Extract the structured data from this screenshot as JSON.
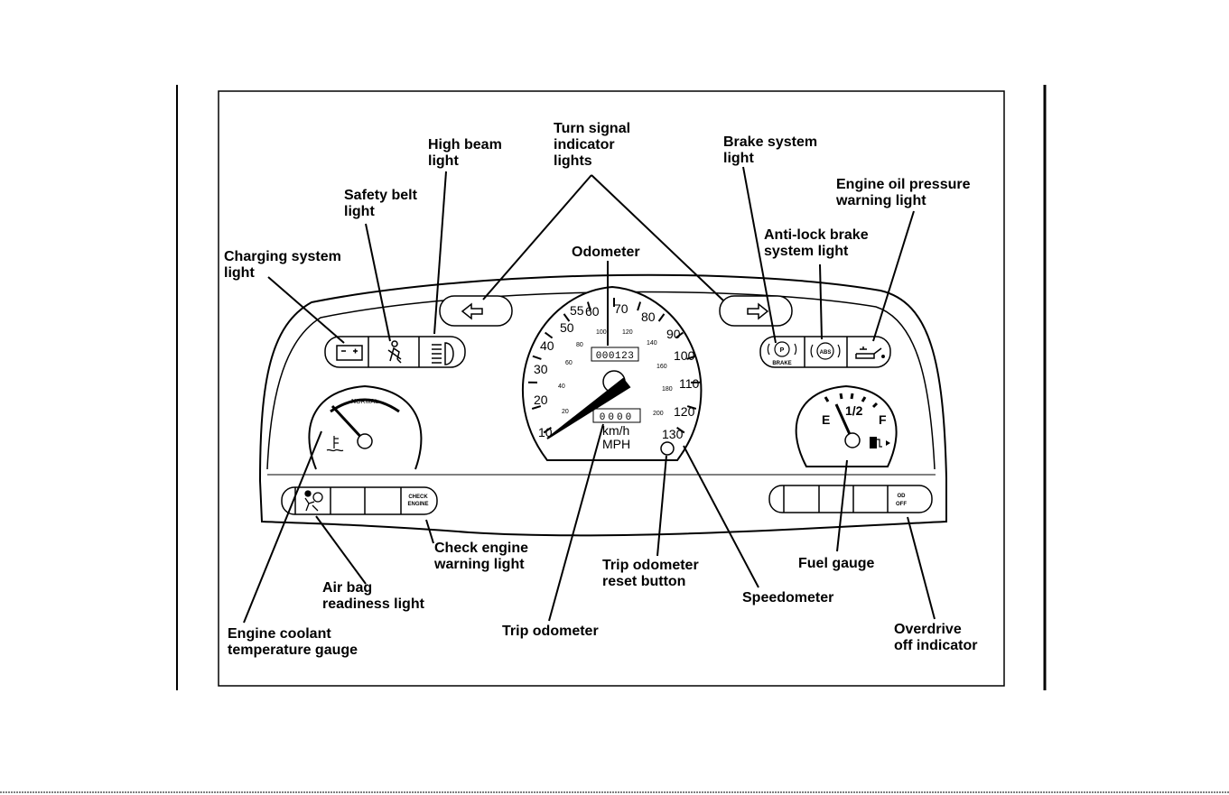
{
  "labels": {
    "charging": [
      "Charging system",
      "light"
    ],
    "safety_belt": [
      "Safety belt",
      "light"
    ],
    "high_beam": [
      "High beam",
      "light"
    ],
    "turn_signal": [
      "Turn signal",
      "indicator",
      "lights"
    ],
    "brake_system": [
      "Brake system",
      "light"
    ],
    "oil_pressure": [
      "Engine oil pressure",
      "warning light"
    ],
    "anti_lock": [
      "Anti-lock brake",
      "system light"
    ],
    "odometer": [
      "Odometer"
    ],
    "check_engine": [
      "Check engine",
      "warning light"
    ],
    "air_bag": [
      "Air bag",
      "readiness light"
    ],
    "coolant": [
      "Engine coolant",
      "temperature gauge"
    ],
    "trip_odometer": [
      "Trip odometer"
    ],
    "trip_reset": [
      "Trip odometer",
      "reset button"
    ],
    "speedometer": [
      "Speedometer"
    ],
    "fuel_gauge": [
      "Fuel gauge"
    ],
    "overdrive": [
      "Overdrive",
      "off indicator"
    ]
  },
  "speedometer": {
    "mph_ticks": [
      "10",
      "20",
      "30",
      "40",
      "50",
      "55",
      "60",
      "70",
      "80",
      "90",
      "100",
      "110",
      "120",
      "130"
    ],
    "kmh_ticks": [
      "20",
      "40",
      "60",
      "80",
      "100",
      "120",
      "140",
      "160",
      "180",
      "200"
    ],
    "odometer_reading": "000123",
    "trip_reading": "0000",
    "unit_kmh": "km/h",
    "unit_mph": "MPH"
  },
  "temperature_gauge": {
    "marking": "NORMAL"
  },
  "fuel": {
    "empty": "E",
    "half": "1/2",
    "full": "F"
  },
  "indicators": {
    "check_engine": [
      "CHECK",
      "ENGINE"
    ],
    "overdrive_off": [
      "OD",
      "OFF"
    ],
    "abs": "ABS",
    "brake": "BRAKE"
  },
  "icons": [
    "battery-icon",
    "seatbelt-icon",
    "high-beam-icon",
    "left-arrow-icon",
    "right-arrow-icon",
    "brake-icon",
    "abs-icon",
    "oil-can-icon",
    "airbag-icon",
    "fuel-pump-icon",
    "thermometer-icon"
  ]
}
